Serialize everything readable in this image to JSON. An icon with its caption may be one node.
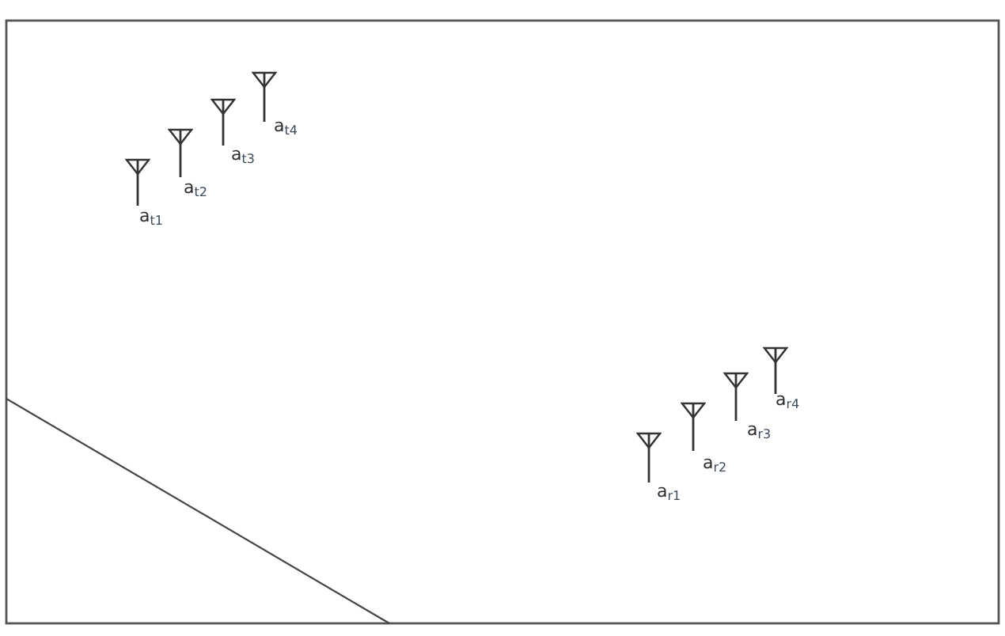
{
  "diagram": {
    "labels": [
      "a$_{t1}$",
      "a$_{t2}$",
      "a$_{t3}$",
      "a$_{t4}$",
      "a$_{r1}$",
      "a$_{r2}$",
      "a$_{r3}$",
      "a$_{r4}$"
    ]
  }
}
